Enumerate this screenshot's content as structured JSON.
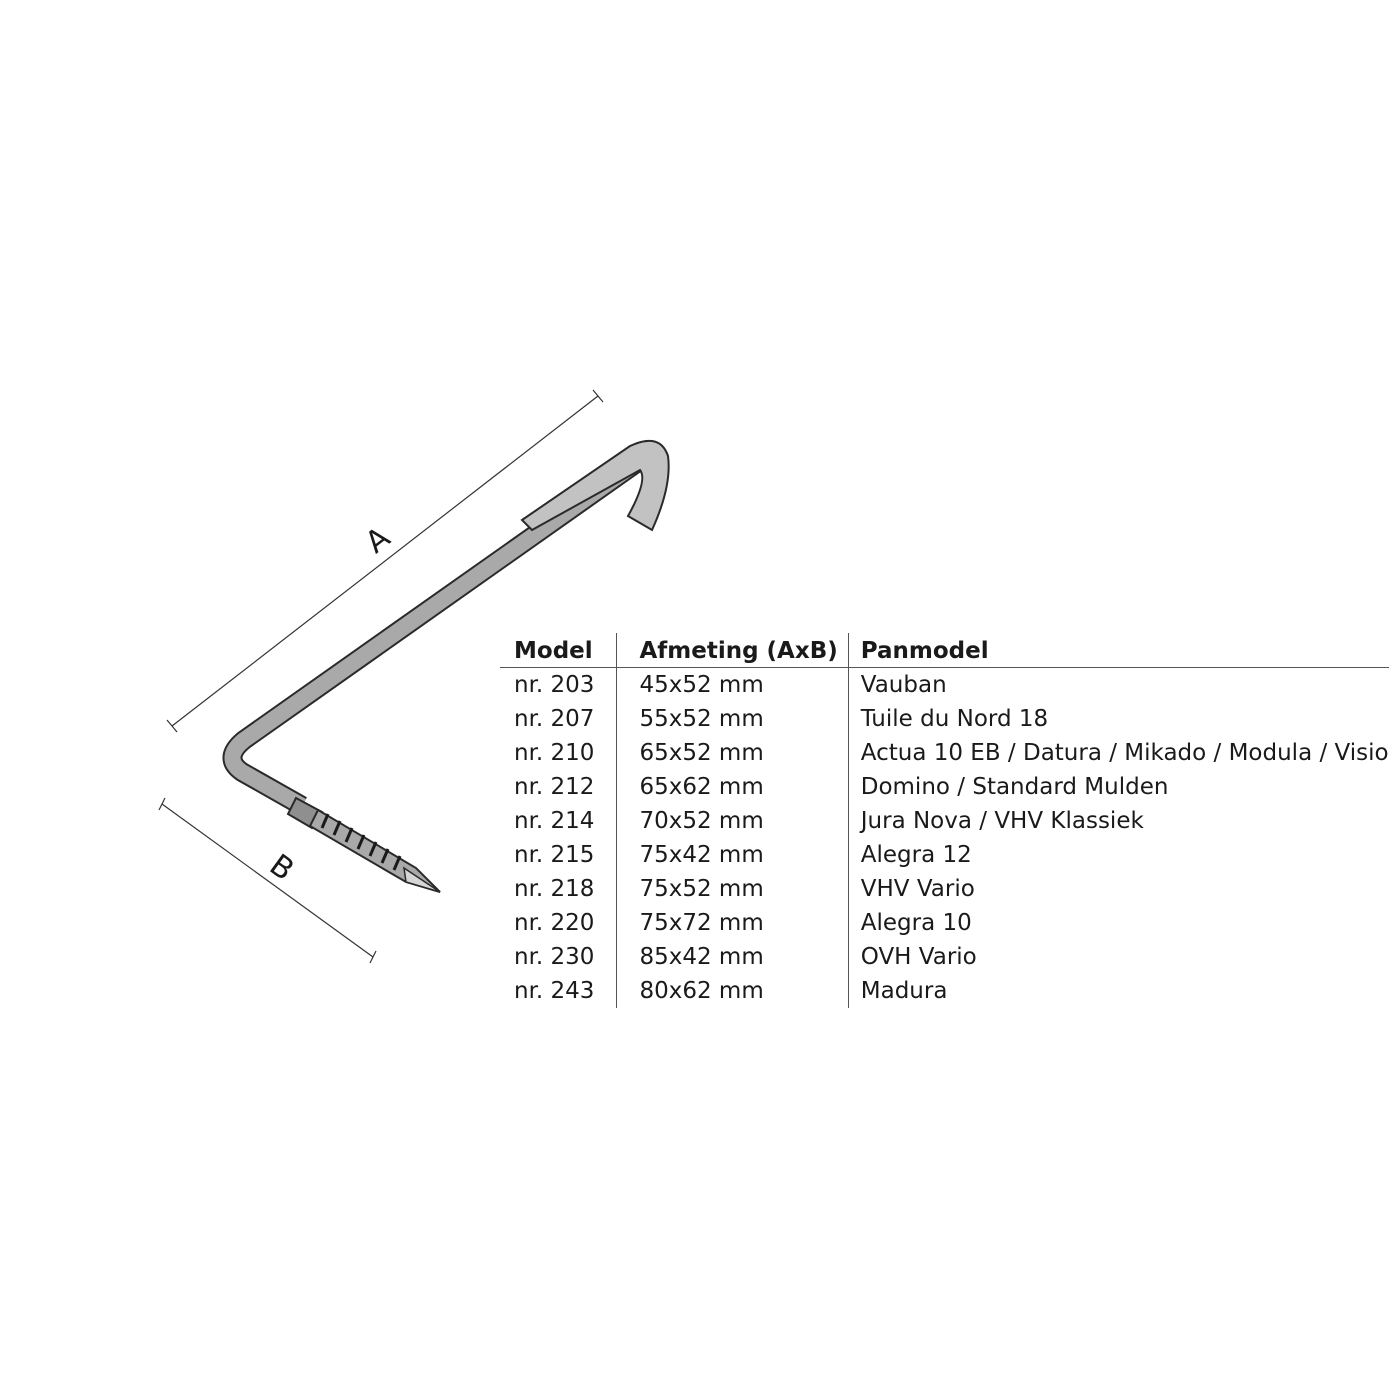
{
  "diagram": {
    "dimension_a_label": "A",
    "dimension_b_label": "B",
    "colors": {
      "hook_fill": "#a9a9a9",
      "hook_highlight": "#c9c9c9",
      "outline": "#2a2a2a",
      "dimension_line": "#333333"
    }
  },
  "table": {
    "headers": [
      "Model",
      "Afmeting (AxB)",
      "Panmodel"
    ],
    "rows": [
      {
        "model": "nr. 203",
        "size": "45x52 mm",
        "pan": "Vauban"
      },
      {
        "model": "nr. 207",
        "size": "55x52 mm",
        "pan": "Tuile du Nord 18"
      },
      {
        "model": "nr. 210",
        "size": "65x52 mm",
        "pan": "Actua 10 EB / Datura / Mikado / Modula / Visio"
      },
      {
        "model": "nr. 212",
        "size": "65x62 mm",
        "pan": "Domino / Standard Mulden"
      },
      {
        "model": "nr. 214",
        "size": "70x52 mm",
        "pan": "Jura Nova / VHV Klassiek"
      },
      {
        "model": "nr. 215",
        "size": "75x42 mm",
        "pan": "Alegra 12"
      },
      {
        "model": "nr. 218",
        "size": "75x52 mm",
        "pan": "VHV Vario"
      },
      {
        "model": "nr. 220",
        "size": "75x72 mm",
        "pan": "Alegra 10"
      },
      {
        "model": "nr. 230",
        "size": "85x42 mm",
        "pan": "OVH Vario"
      },
      {
        "model": "nr. 243",
        "size": "80x62 mm",
        "pan": "Madura"
      }
    ]
  }
}
